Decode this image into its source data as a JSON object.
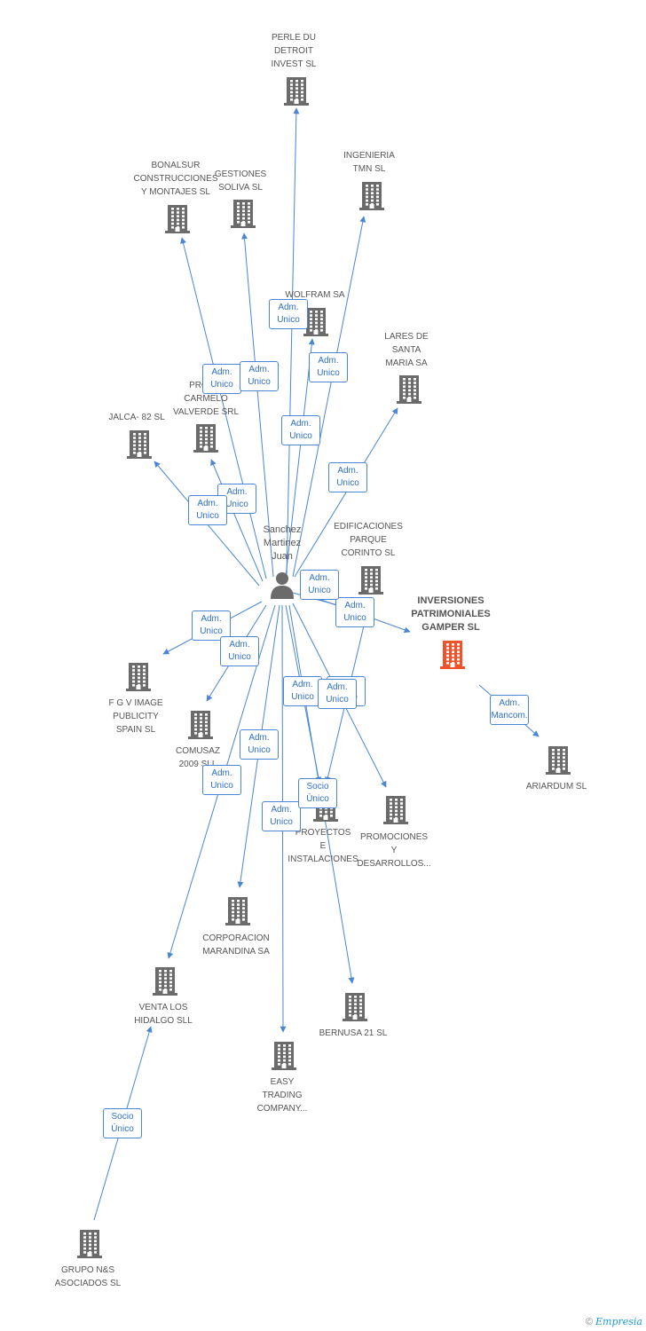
{
  "center": {
    "label": "Sanchez\nMartinez\nJuan"
  },
  "companies": [
    {
      "id": "perle",
      "label": "PERLE DU\nDETROIT\nINVEST SL",
      "highlight": false
    },
    {
      "id": "bonalsur",
      "label": "BONALSUR\nCONSTRUCCIONES\nY MONTAJES SL",
      "highlight": false
    },
    {
      "id": "gestiones",
      "label": "GESTIONES\nSOLIVA SL",
      "highlight": false
    },
    {
      "id": "ingenieria",
      "label": "INGENIERIA\nTMN  SL",
      "highlight": false
    },
    {
      "id": "wolfram",
      "label": "WOLFRAM SA",
      "highlight": false
    },
    {
      "id": "lares",
      "label": "LARES DE\nSANTA\nMARIA SA",
      "highlight": false
    },
    {
      "id": "promo_carmelo",
      "label": "PROMO\nCARMELO\nVALVERDE SRL",
      "highlight": false
    },
    {
      "id": "jalca",
      "label": "JALCA- 82 SL",
      "highlight": false
    },
    {
      "id": "edificaciones",
      "label": "EDIFICACIONES\nPARQUE\nCORINTO SL",
      "highlight": false
    },
    {
      "id": "inversiones",
      "label": "INVERSIONES\nPATRIMONIALES\nGAMPER SL",
      "highlight": true
    },
    {
      "id": "fgv",
      "label": "F G V IMAGE\nPUBLICITY\nSPAIN SL",
      "highlight": false
    },
    {
      "id": "comusaz",
      "label": "COMUSAZ\n2009 SLL",
      "highlight": false
    },
    {
      "id": "ariardum",
      "label": "ARIARDUM SL",
      "highlight": false
    },
    {
      "id": "proyectos",
      "label": "PROYECTOS\nE\nINSTALACIONES",
      "highlight": false
    },
    {
      "id": "promociones",
      "label": "PROMOCIONES\nY\nDESARROLLOS...",
      "highlight": false
    },
    {
      "id": "corporacion",
      "label": "CORPORACION\nMARANDINA SA",
      "highlight": false
    },
    {
      "id": "venta",
      "label": "VENTA LOS\nHIDALGO SLL",
      "highlight": false
    },
    {
      "id": "bernusa",
      "label": "BERNUSA 21 SL",
      "highlight": false
    },
    {
      "id": "easy",
      "label": "EASY\nTRADING\nCOMPANY...",
      "highlight": false
    },
    {
      "id": "grupo",
      "label": "GRUPO N&S\nASOCIADOS SL",
      "highlight": false
    }
  ],
  "edges": [
    {
      "from": "center",
      "to": "perle",
      "label": "Adm.\nUnico"
    },
    {
      "from": "center",
      "to": "bonalsur",
      "label": "Adm.\nUnico"
    },
    {
      "from": "center",
      "to": "gestiones",
      "label": "Adm.\nUnico"
    },
    {
      "from": "center",
      "to": "ingenieria",
      "label": "Adm.\nUnico"
    },
    {
      "from": "center",
      "to": "wolfram",
      "label": "Adm.\nUnico"
    },
    {
      "from": "center",
      "to": "lares",
      "label": "Adm.\nUnico"
    },
    {
      "from": "center",
      "to": "promo_carmelo",
      "label": "Adm.\nUnico"
    },
    {
      "from": "center",
      "to": "jalca",
      "label": "Adm.\nUnico"
    },
    {
      "from": "center",
      "to": "inversiones",
      "label": "Adm.\nUnico"
    },
    {
      "from": "center",
      "to": "edificaciones",
      "label": "Adm.\nUnico"
    },
    {
      "from": "center",
      "to": "fgv",
      "label": "Adm.\nUnico"
    },
    {
      "from": "center",
      "to": "comusaz",
      "label": "Adm.\nUnico"
    },
    {
      "from": "center",
      "to": "proyectos",
      "label": "Adm.\nUnico"
    },
    {
      "from": "center",
      "to": "promociones",
      "label": "Adm.\nUnico"
    },
    {
      "from": "center",
      "to": "corporacion",
      "label": "Adm.\nUnico"
    },
    {
      "from": "center",
      "to": "venta",
      "label": "Adm.\nUnico"
    },
    {
      "from": "center",
      "to": "bernusa",
      "label": "Adm.\nUnico"
    },
    {
      "from": "center",
      "to": "easy",
      "label": "Adm.\nUnico"
    },
    {
      "from": "edificaciones",
      "to": "proyectos",
      "label": "Socio\nÚnico"
    },
    {
      "from": "inversiones",
      "to": "ariardum",
      "label": "Adm.\nMancom."
    },
    {
      "from": "grupo",
      "to": "venta",
      "label": "Socio\nÚnico"
    }
  ],
  "footer": {
    "copyright": "©",
    "brand": "Empresia"
  },
  "colors": {
    "edge": "#4a86d4",
    "node": "#6b6b6b",
    "highlight": "#f0522a"
  }
}
